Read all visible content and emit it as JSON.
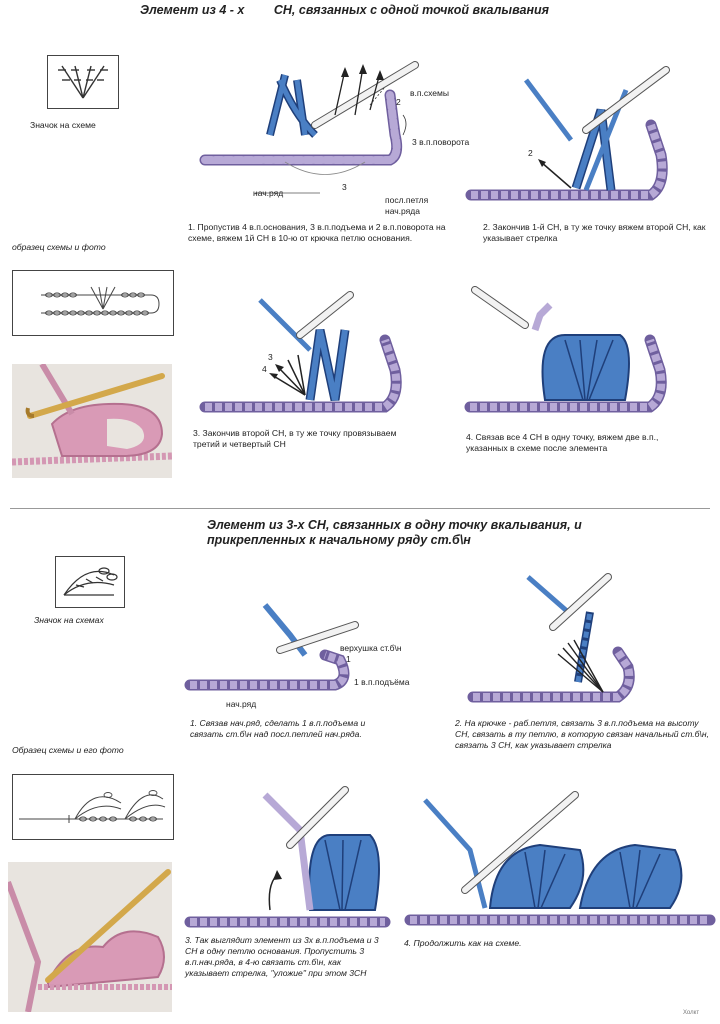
{
  "section1": {
    "title_a": "Элемент из  4 - х",
    "title_b": "СН, связанных с одной точкой вкалывания",
    "symbol_caption": "Значок на схеме",
    "sample_caption": "образец схемы и фото",
    "labels": {
      "vp_schemy": "в.п.схемы",
      "n2": "2",
      "vp_povorota": "3 в.п.поворота",
      "n3": "3",
      "nach_ryad": "нач.ряд",
      "posl_petlya": "посл.петля",
      "nach_ryada": "нач.ряда",
      "s2_arrow": "2",
      "s3_n3": "3",
      "s3_n4": "4"
    },
    "steps": [
      "1.  Пропустив 4 в.п.основания, 3 в.п.подъема и 2 в.п.поворота на схеме, вяжем 1й СН в  10-ю от крючка петлю основания.",
      "2.  Закончив 1-й СН, в ту же точку вяжем второй СН, как указывает стрелка",
      "3.  Закончив второй СН, в ту же точку провязываем третий и четвертый СН",
      "4.  Связав все 4 СН в одну точку, вяжем две в.п., указанных в схеме после элемента"
    ]
  },
  "section2": {
    "title_line1": "Элемент из 3-х  СН,  связанных в одну точку вкалывания, и",
    "title_line2": "прикрепленных к начальному ряду ст.б\\н",
    "symbol_caption": "Значок на схемах",
    "sample_caption": "Образец схемы и его фото",
    "labels": {
      "verkhushka": "верхушка ст.б\\н",
      "n1": "1",
      "vp_podema": "1 в.п.подъёма",
      "nach_ryad": "нач.ряд"
    },
    "steps": [
      "1.  Связав нач.ряд, сделать 1 в.п.подъема и связать ст.б\\н над посл.петлей нач.ряда.",
      "2.  На крючке - раб.петля, связать 3 в.п.подъема на высоту СН,  связать в ту петлю, в которую связан начальный ст.б\\н, связать 3 СН,  как указывает стрелка",
      "3.  Так выглядит элемент из 3х в.п.подъема и 3 СН в одну петлю основания.  Пропустить 3 в.п.нач.ряда, в 4-ю связать ст.б\\н, как указывает стрелка, \"уложие\" при этом 3СН",
      "4.  Продолжить как на схеме."
    ]
  },
  "watermark": "Холкт",
  "colors": {
    "yarn_blue": "#4a7fc4",
    "yarn_blue_dark": "#1f3f7a",
    "yarn_lilac": "#b7a9d6",
    "yarn_lilac_dark": "#6f5f9e",
    "hook": "#f2f2f2",
    "photo_bg": "#e9e6e2",
    "photo_yarn": "#d99ab6"
  }
}
